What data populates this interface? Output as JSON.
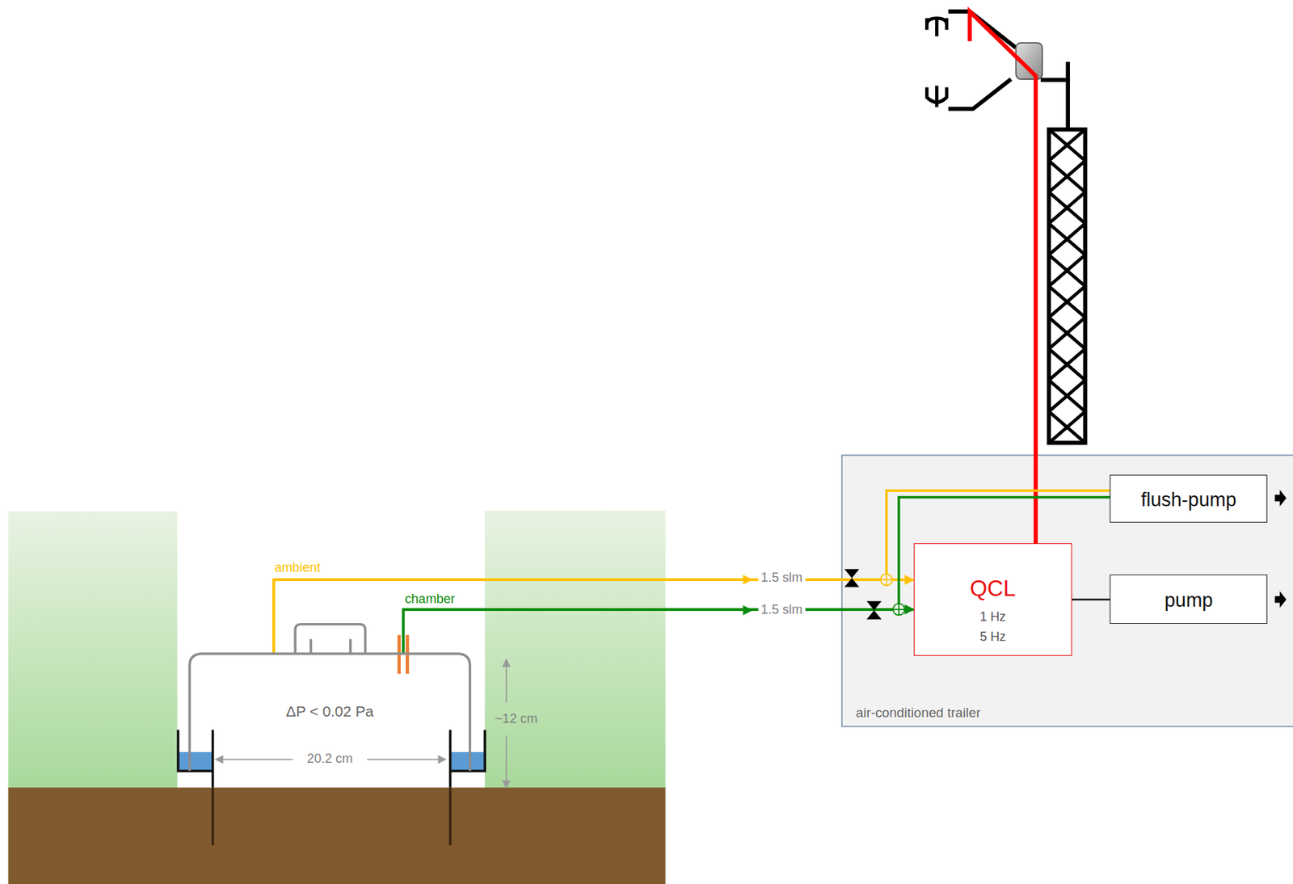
{
  "diagram": {
    "nodes": [
      {
        "text": [
          "ΔP < 0.02 Pa"
        ]
      },
      {
        "text": [
          "air-conditioned trailer"
        ]
      },
      {
        "text": [
          "QCL",
          "1 Hz",
          "5 Hz"
        ],
        "in": 1
      },
      {
        "text": [
          "flush-pump"
        ],
        "in": 1
      },
      {
        "text": [
          "pump"
        ],
        "in": 1
      }
    ],
    "edges": [
      {
        "from": 0,
        "to": 2,
        "arrow": "to",
        "label": "ambient"
      },
      {
        "from": 0,
        "to": 2,
        "arrow": "to",
        "label": "chamber"
      },
      {
        "from": 0,
        "to": 3,
        "arrow": "none"
      },
      {
        "from": 0,
        "to": 3,
        "arrow": "none"
      },
      {
        "from": 2,
        "to": 4,
        "arrow": "none"
      }
    ],
    "labels": [
      "1.5 slm",
      "1.5 slm",
      "20.2 cm",
      "~12 cm"
    ]
  }
}
